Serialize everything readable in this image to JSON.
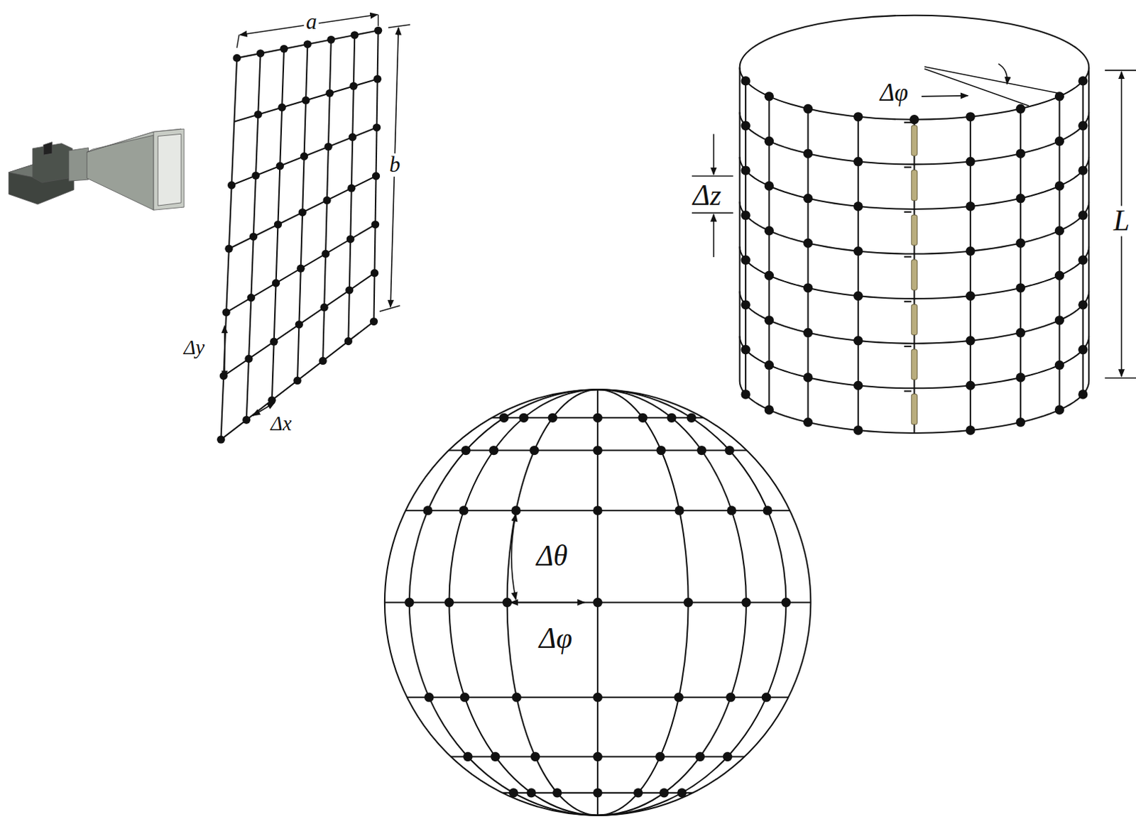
{
  "diagram": {
    "labels": [
      "a",
      "b",
      "Δy",
      "Δx",
      "Δφ",
      "Δz",
      "L",
      "Δθ",
      "Δφ"
    ]
  }
}
